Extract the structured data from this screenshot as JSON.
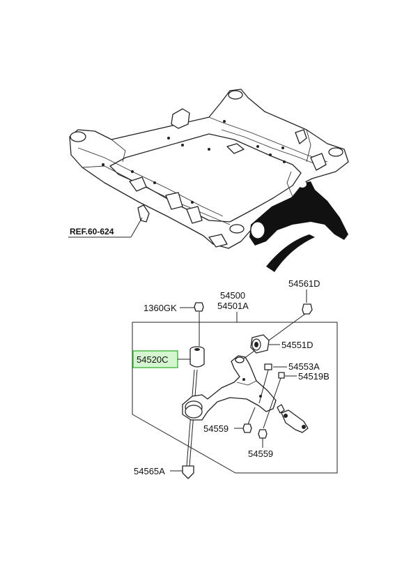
{
  "labels": {
    "ref": "REF.60-624",
    "p_1360gk": "1360GK",
    "p_54500": "54500",
    "p_54501a": "54501A",
    "p_54561d": "54561D",
    "p_54551d": "54551D",
    "p_54520c": "54520C",
    "p_54553a": "54553A",
    "p_54519b": "54519B",
    "p_54559_a": "54559",
    "p_54559_b": "54559",
    "p_54565a": "54565A"
  },
  "colors": {
    "highlight_fill": "#d4f5cf",
    "highlight_border": "#3fb93a",
    "line": "#222222"
  }
}
